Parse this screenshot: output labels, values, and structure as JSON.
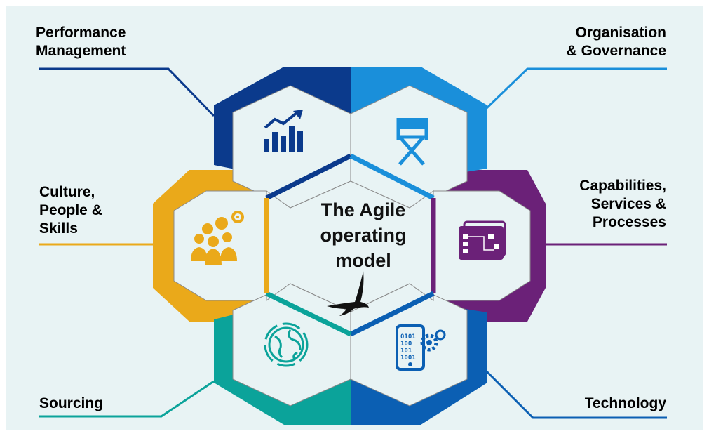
{
  "title_lines": [
    "The Agile",
    "operating",
    "model"
  ],
  "segments": [
    {
      "key": "performance",
      "lines": [
        "Performance",
        "Management"
      ],
      "color": "#0b3a8c",
      "icon": "chart-growth-icon"
    },
    {
      "key": "organisation",
      "lines": [
        "Organisation",
        "& Governance"
      ],
      "color": "#1a8fda",
      "icon": "directors-chair-icon"
    },
    {
      "key": "capabilities",
      "lines": [
        "Capabilities,",
        "Services &",
        "Processes"
      ],
      "color": "#6b2178",
      "icon": "process-flow-icon"
    },
    {
      "key": "technology",
      "lines": [
        "Technology"
      ],
      "color": "#0b5fb3",
      "icon": "binary-tablet-gear-icon"
    },
    {
      "key": "sourcing",
      "lines": [
        "Sourcing"
      ],
      "color": "#0ba39a",
      "icon": "globe-icon"
    },
    {
      "key": "culture",
      "lines": [
        "Culture,",
        "People &",
        "Skills"
      ],
      "color": "#eaa91a",
      "icon": "people-gear-icon"
    }
  ],
  "background": "#e8f3f4",
  "bird_icon": "bird-silhouette-icon"
}
